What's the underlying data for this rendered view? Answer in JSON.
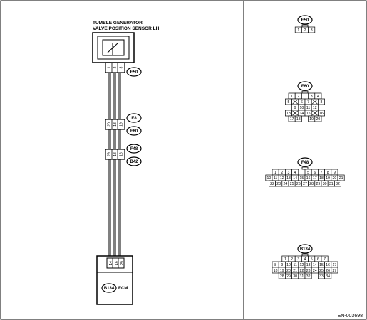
{
  "sensor": {
    "title_line1": "TUMBLE GENERATOR",
    "title_line2": "VALVE POSITION SENSOR LH",
    "pins": [
      "1",
      "2",
      "3"
    ]
  },
  "wiring_connectors": [
    {
      "labels": [
        "E50"
      ],
      "pins": [
        "1",
        "2",
        "3"
      ]
    },
    {
      "labels": [
        "E8",
        "F60"
      ],
      "pins": [
        "20",
        "13",
        "19"
      ]
    },
    {
      "labels": [
        "F48",
        "B42"
      ],
      "pins": [
        "29",
        "18",
        "16"
      ]
    }
  ],
  "ecm": {
    "connector_label": "B134",
    "label": "ECM",
    "pins": [
      "14",
      "16",
      "29"
    ]
  },
  "pin_views": [
    {
      "label": "E50",
      "rows": [
        [
          {
            "t": "1"
          },
          {
            "t": "2"
          },
          {
            "t": "3"
          }
        ]
      ]
    },
    {
      "label": "F60",
      "rows": [
        [
          {
            "t": "1"
          },
          {
            "t": "2"
          },
          {
            "t": "",
            "gap": true
          },
          {
            "t": "3"
          },
          {
            "t": "4"
          }
        ],
        [
          {
            "t": "5"
          },
          {
            "t": "",
            "x": true
          },
          {
            "t": "6"
          },
          {
            "t": "7"
          },
          {
            "t": "",
            "x": true
          },
          {
            "t": "8"
          }
        ],
        [
          {
            "t": "9"
          },
          {
            "t": "10"
          },
          {
            "t": "11"
          },
          {
            "t": "12"
          }
        ],
        [
          {
            "t": "13"
          },
          {
            "t": "",
            "x": true
          },
          {
            "t": "14"
          },
          {
            "t": "15"
          },
          {
            "t": "",
            "x": true
          },
          {
            "t": "16"
          }
        ],
        [
          {
            "t": "17"
          },
          {
            "t": "18"
          },
          {
            "t": "",
            "gap": true
          },
          {
            "t": "19"
          },
          {
            "t": "20"
          }
        ]
      ]
    },
    {
      "label": "F48",
      "rows": [
        [
          {
            "t": "1"
          },
          {
            "t": "2"
          },
          {
            "t": "3"
          },
          {
            "t": "4"
          },
          {
            "t": "",
            "gap": true
          },
          {
            "t": "5"
          },
          {
            "t": "6"
          },
          {
            "t": "7"
          },
          {
            "t": "8"
          },
          {
            "t": "9"
          }
        ],
        [
          {
            "t": "10"
          },
          {
            "t": "11"
          },
          {
            "t": "12"
          },
          {
            "t": "13"
          },
          {
            "t": "14"
          },
          {
            "t": "15"
          },
          {
            "t": "16"
          },
          {
            "t": "17"
          },
          {
            "t": "18"
          },
          {
            "t": "19"
          },
          {
            "t": "20"
          },
          {
            "t": "21"
          }
        ],
        [
          {
            "t": "22"
          },
          {
            "t": "23"
          },
          {
            "t": "24"
          },
          {
            "t": "25"
          },
          {
            "t": "26"
          },
          {
            "t": "27"
          },
          {
            "t": "28"
          },
          {
            "t": "29"
          },
          {
            "t": "30"
          },
          {
            "t": "31"
          },
          {
            "t": "32"
          }
        ]
      ]
    },
    {
      "label": "B134",
      "rows": [
        [
          {
            "t": "1"
          },
          {
            "t": "2"
          },
          {
            "t": "3"
          },
          {
            "t": "4"
          },
          {
            "t": "5"
          },
          {
            "t": "6"
          },
          {
            "t": "7"
          }
        ],
        [
          {
            "t": "8"
          },
          {
            "t": "9"
          },
          {
            "t": "10"
          },
          {
            "t": "11"
          },
          {
            "t": "12"
          },
          {
            "t": "13"
          },
          {
            "t": "14"
          },
          {
            "t": "15"
          },
          {
            "t": "16"
          },
          {
            "t": "17"
          }
        ],
        [
          {
            "t": "18"
          },
          {
            "t": "19"
          },
          {
            "t": "20"
          },
          {
            "t": "21"
          },
          {
            "t": "22"
          },
          {
            "t": "23"
          },
          {
            "t": "24"
          },
          {
            "t": "25"
          },
          {
            "t": "26"
          },
          {
            "t": "27"
          }
        ],
        [
          {
            "t": "28"
          },
          {
            "t": "29"
          },
          {
            "t": "30"
          },
          {
            "t": "31"
          },
          {
            "t": "32"
          },
          {
            "t": "",
            "gap": true
          },
          {
            "t": "33"
          },
          {
            "t": "34"
          }
        ]
      ]
    }
  ],
  "figure_id": "EN-003698"
}
